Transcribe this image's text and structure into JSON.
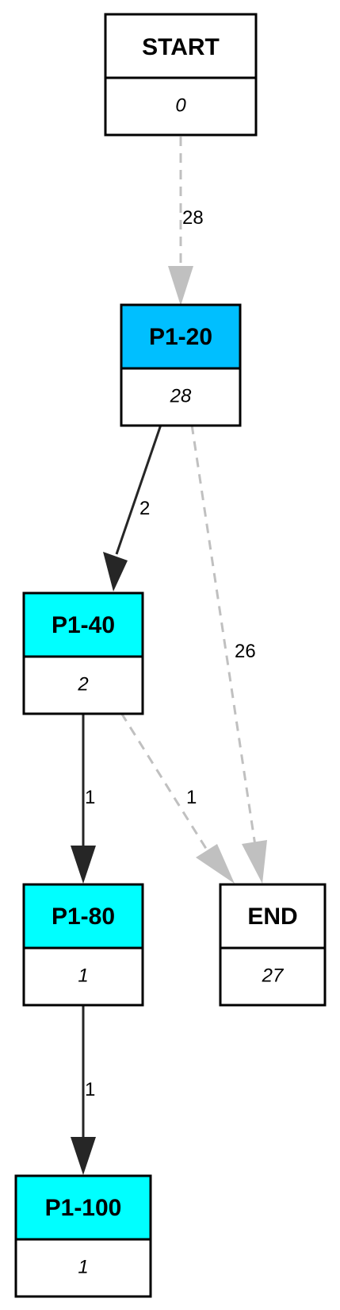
{
  "colors": {
    "white": "#ffffff",
    "deepskyblue": "#00bfff",
    "cyan": "#00ffff",
    "dark_edge": "#262626",
    "gray_edge": "#c0c0c0",
    "border": "#000000"
  },
  "nodes": {
    "start": {
      "title": "START",
      "value": "0"
    },
    "p1_20": {
      "title": "P1-20",
      "value": "28"
    },
    "p1_40": {
      "title": "P1-40",
      "value": "2"
    },
    "p1_80": {
      "title": "P1-80",
      "value": "1"
    },
    "p1_100": {
      "title": "P1-100",
      "value": "1"
    },
    "end": {
      "title": "END",
      "value": "27"
    }
  },
  "edges": {
    "start_p1_20": {
      "label": "28"
    },
    "p1_20_p1_40": {
      "label": "2"
    },
    "p1_20_end": {
      "label": "26"
    },
    "p1_40_p1_80": {
      "label": "1"
    },
    "p1_40_end": {
      "label": "1"
    },
    "p1_80_p1_100": {
      "label": "1"
    }
  }
}
